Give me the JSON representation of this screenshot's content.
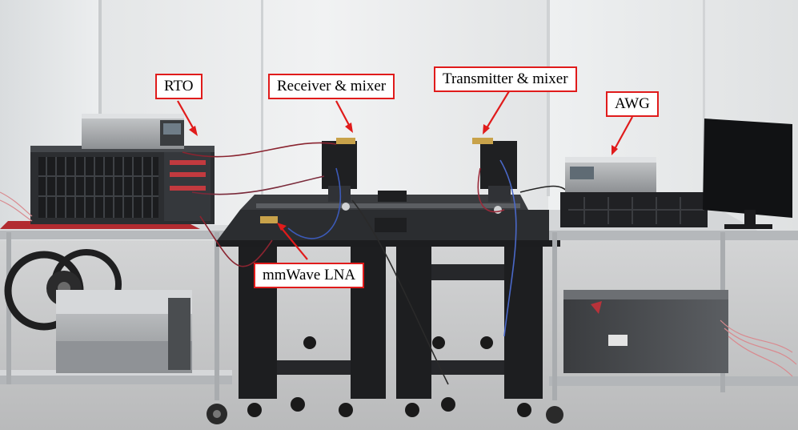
{
  "labels": {
    "rto": "RTO",
    "receiver": "Receiver & mixer",
    "transmitter": "Transmitter & mixer",
    "awg": "AWG",
    "lna": "mmWave LNA"
  },
  "colors": {
    "annotation": "#e01b1b",
    "wall": "#e9ebec",
    "table_top": "#2b2d30",
    "floor": "#c9c9c9"
  }
}
